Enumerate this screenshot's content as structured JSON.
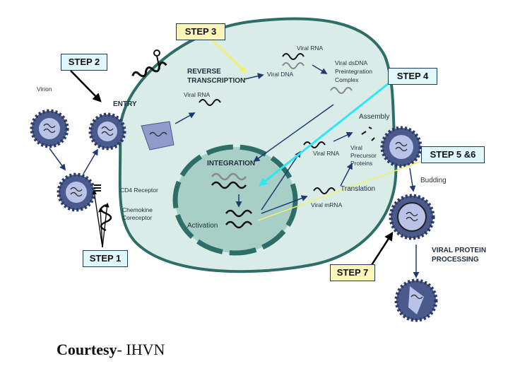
{
  "steps": {
    "step1": "STEP 1",
    "step2": "STEP 2",
    "step3": "STEP 3",
    "step4": "STEP 4",
    "step56": "STEP 5 &6",
    "step7": "STEP 7"
  },
  "labels": {
    "virion": "Virion",
    "entry": "ENTRY",
    "cd4_receptor": "CD4 Receptor",
    "chemokine_line1": "Chemokine",
    "chemokine_line2": "Coreceptor",
    "reverse_transcription_line1": "REVERSE",
    "reverse_transcription_line2": "TRANSCRIPTION",
    "viral_rna_left": "Viral RNA",
    "viral_rna_top": "Viral RNA",
    "viral_dna": "Viral DNA",
    "dsdna_line1": "Viral dsDNA",
    "dsdna_line2": "Preintegration",
    "dsdna_line3": "Complex",
    "integration": "INTEGRATION",
    "activation": "Activation",
    "viral_rna_mid": "Viral RNA",
    "viral_mrna": "Viral mRNA",
    "translation": "Translation",
    "assembly": "Assembly",
    "precursor_line1": "Viral",
    "precursor_line2": "Precursor",
    "precursor_line3": "Proteins",
    "budding": "Budding",
    "processing_line1": "VIRAL PROTEIN",
    "processing_line2": "PROCESSING"
  },
  "courtesy": {
    "bold": "Courtesy",
    "rest": "- IHVN"
  },
  "colors": {
    "cell_fill": "#d9ece7",
    "cell_stroke": "#2e6e68",
    "nucleus_fill": "#a8cfc6",
    "virion_fill": "#4a5a8c",
    "virion_core": "#b9c3e8",
    "arrow_navy": "#1f3a73",
    "step_cyan": "#dff6fb",
    "step_yellow": "#fbf6b8",
    "pointer_cyan": "#2fe6f2",
    "pointer_yellow": "#f4f06a"
  }
}
